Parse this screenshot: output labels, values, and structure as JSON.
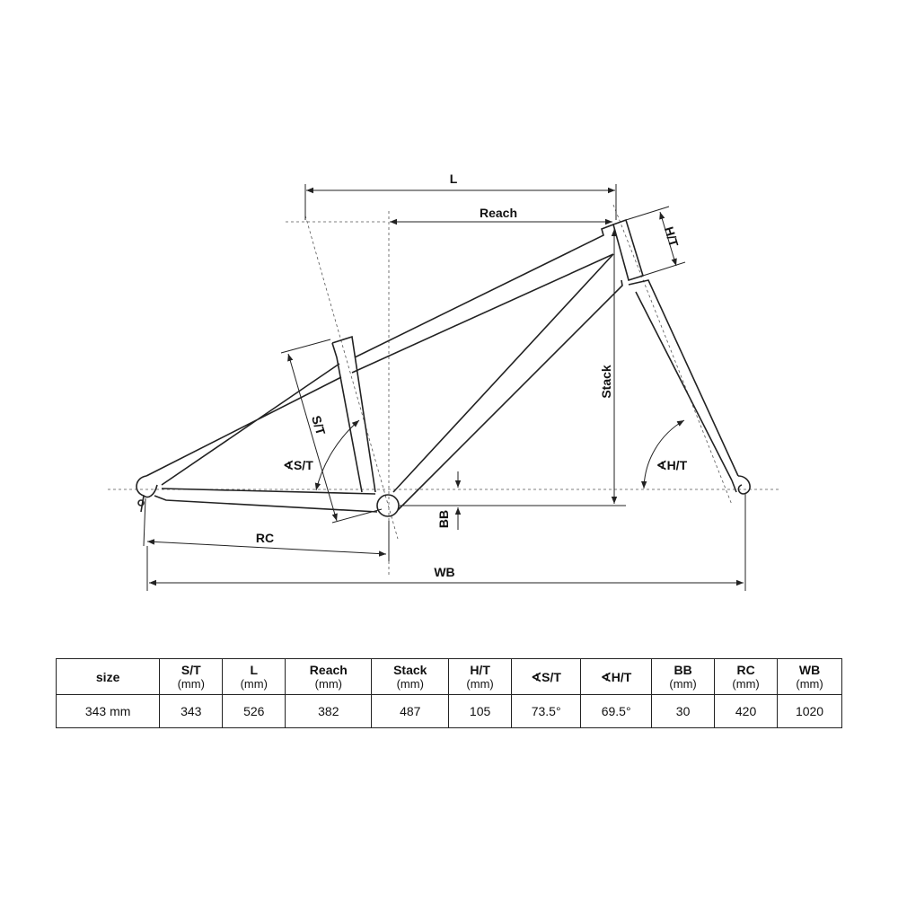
{
  "diagram": {
    "labels": {
      "L": "L",
      "reach": "Reach",
      "ht": "H/T",
      "stack": "Stack",
      "st": "S/T",
      "st_angle": "∢S/T",
      "ht_angle": "∢H/T",
      "bb": "BB",
      "rc": "RC",
      "wb": "WB"
    }
  },
  "table": {
    "headers": [
      {
        "name": "size",
        "unit": ""
      },
      {
        "name": "S/T",
        "unit": "(mm)"
      },
      {
        "name": "L",
        "unit": "(mm)"
      },
      {
        "name": "Reach",
        "unit": "(mm)"
      },
      {
        "name": "Stack",
        "unit": "(mm)"
      },
      {
        "name": "H/T",
        "unit": "(mm)"
      },
      {
        "name": "∢S/T",
        "unit": ""
      },
      {
        "name": "∢H/T",
        "unit": ""
      },
      {
        "name": "BB",
        "unit": "(mm)"
      },
      {
        "name": "RC",
        "unit": "(mm)"
      },
      {
        "name": "WB",
        "unit": "(mm)"
      }
    ],
    "rows": [
      [
        "343 mm",
        "343",
        "526",
        "382",
        "487",
        "105",
        "73.5°",
        "69.5°",
        "30",
        "420",
        "1020"
      ]
    ]
  }
}
